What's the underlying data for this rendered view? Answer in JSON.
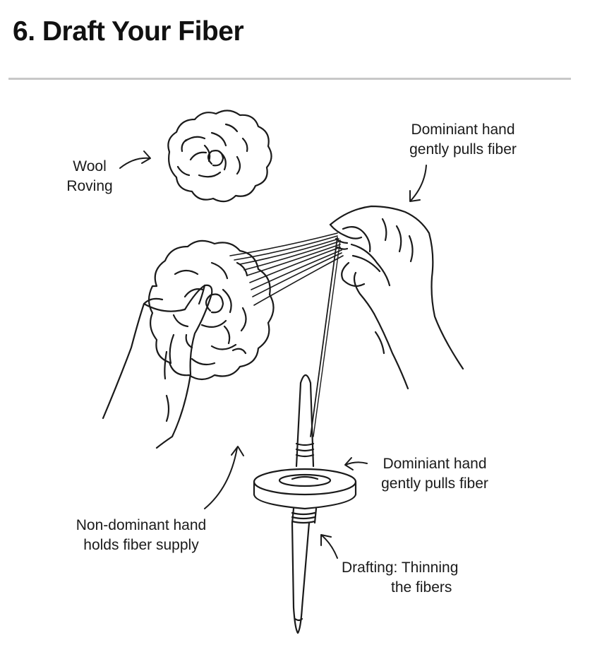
{
  "title": "6. Draft Your Fiber",
  "labels": {
    "wool_roving": [
      "Wool",
      "Roving"
    ],
    "dominant_hand_top": [
      "Dominiant hand",
      "gently pulls fiber"
    ],
    "dominant_hand_spindle": [
      "Dominiant hand",
      "gently pulls fiber"
    ],
    "non_dominant_hand": [
      "Non-dominant hand",
      "holds fiber supply"
    ],
    "drafting": [
      "Drafting: Thinning",
      "the fibers"
    ]
  },
  "icons": [
    "wool-roving-icon",
    "hand-icon",
    "drop-spindle-icon",
    "arrow-icon"
  ]
}
